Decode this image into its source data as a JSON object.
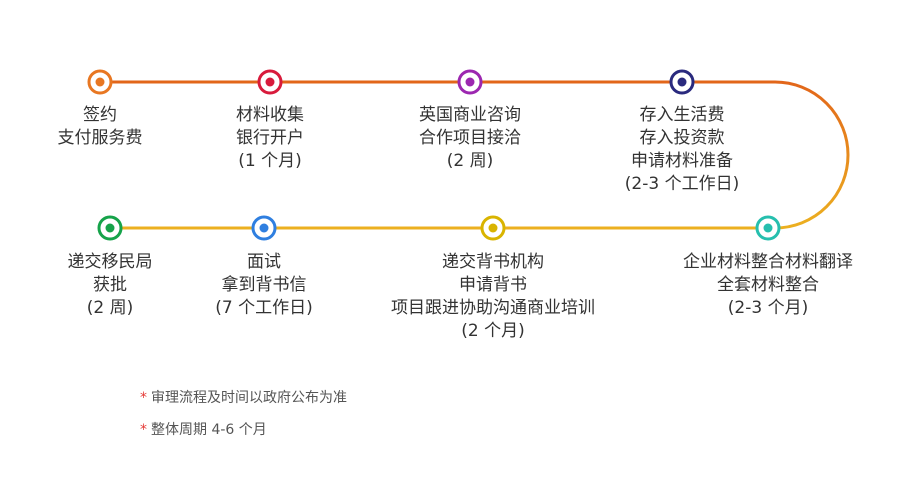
{
  "steps": [
    {
      "lines": [
        "签约",
        "支付服务费"
      ],
      "color": "#e87722"
    },
    {
      "lines": [
        "材料收集",
        "银行开户",
        "(1 个月)"
      ],
      "color": "#d81b3c"
    },
    {
      "lines": [
        "英国商业咨询",
        "合作项目接洽",
        "(2 周)"
      ],
      "color": "#9c27b0"
    },
    {
      "lines": [
        "存入生活费",
        "存入投资款",
        "申请材料准备",
        "(2-3 个工作日)"
      ],
      "color": "#2a2a7e"
    },
    {
      "lines": [
        "企业材料整合材料翻译",
        "全套材料整合",
        "(2-3 个月)"
      ],
      "color": "#26bfae"
    },
    {
      "lines": [
        "递交背书机构",
        "申请背书",
        "项目跟进协助沟通商业培训",
        "(2 个月)"
      ],
      "color": "#d9b400"
    },
    {
      "lines": [
        "面试",
        "拿到背书信",
        "(7 个工作日)"
      ],
      "color": "#2f7fe0"
    },
    {
      "lines": [
        "递交移民局",
        "获批",
        "(2 周)"
      ],
      "color": "#16a34a"
    }
  ],
  "lines": {
    "top_color": "#e2661a",
    "bottom_color": "#ecb020"
  },
  "notes": {
    "marker": "*",
    "items": [
      "审理流程及时间以政府公布为准",
      "整体周期 4-6 个月"
    ]
  }
}
